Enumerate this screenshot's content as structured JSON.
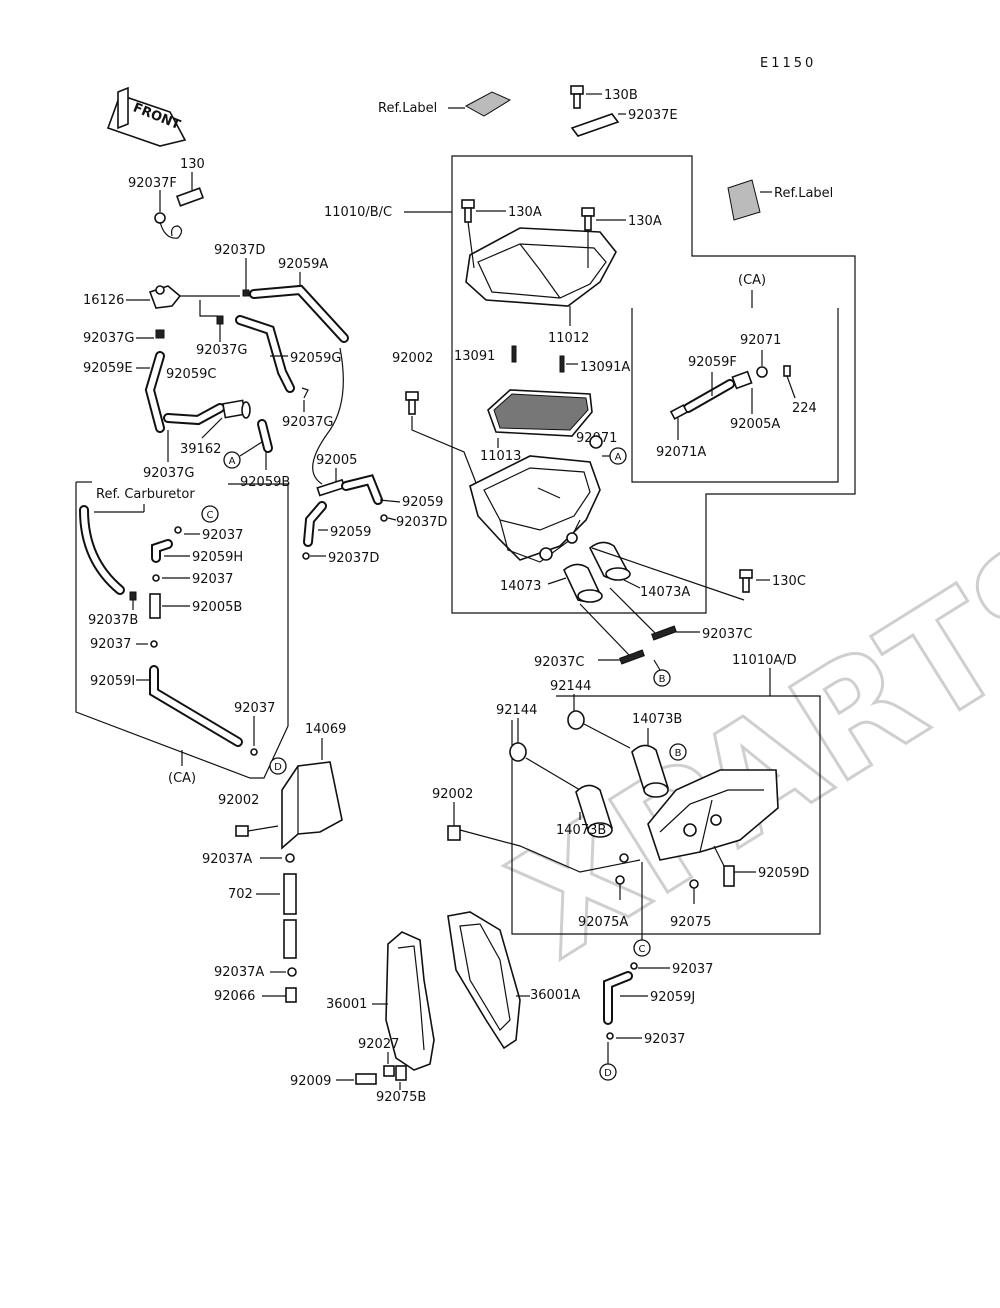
{
  "code": "E1150",
  "front_label": "FRONT",
  "watermark": "XPARTS",
  "labels": {
    "ref_label_1": "Ref.Label",
    "ref_label_2": "Ref.Label",
    "ref_carburetor": "Ref. Carburetor",
    "ca_1": "(CA)",
    "ca_2": "(CA)",
    "p130B": "130B",
    "p92037E": "92037E",
    "p130": "130",
    "p92037F": "92037F",
    "p11010BC": "11010/B/C",
    "p130A_1": "130A",
    "p130A_2": "130A",
    "p11012": "11012",
    "p92037D_1": "92037D",
    "p92059A": "92059A",
    "p16126": "16126",
    "p92037G_1": "92037G",
    "p92037G_2": "92037G",
    "p92059G": "92059G",
    "p92059E": "92059E",
    "p92059C": "92059C",
    "p92037G_3": "92037G",
    "p39162": "39162",
    "p92059B": "92059B",
    "p92037G_4": "92037G",
    "p92002_1": "92002",
    "p13091": "13091",
    "p13091A": "13091A",
    "p92071": "92071",
    "p92059F": "92059F",
    "p224": "224",
    "p92005A": "92005A",
    "p92071A": "92071A",
    "p11013": "11013",
    "p92071_2": "92071",
    "p92005": "92005",
    "p92059_1": "92059",
    "p92037D_2": "92037D",
    "p92059_2": "92059",
    "p92037D_3": "92037D",
    "p92037_1": "92037",
    "p92059H": "92059H",
    "p92037_2": "92037",
    "p92037B": "92037B",
    "p92005B": "92005B",
    "p92037_3": "92037",
    "p92059I": "92059I",
    "p92037_4": "92037",
    "p14073": "14073",
    "p14073A": "14073A",
    "p130C": "130C",
    "p92037C_1": "92037C",
    "p92037C_2": "92037C",
    "p11010AD": "11010A/D",
    "p92144_1": "92144",
    "p92144_2": "92144",
    "p14073B_1": "14073B",
    "p14073B_2": "14073B",
    "p14069": "14069",
    "p92002_2": "92002",
    "p92037A_1": "92037A",
    "p702": "702",
    "p92037A_2": "92037A",
    "p92066": "92066",
    "p92002_3": "92002",
    "p92059D": "92059D",
    "p92075A": "92075A",
    "p92075": "92075",
    "p92037_5": "92037",
    "p92059J": "92059J",
    "p92037_6": "92037",
    "p36001": "36001",
    "p36001A": "36001A",
    "p92027": "92027",
    "p92009": "92009",
    "p92075B": "92075B"
  },
  "markers": {
    "A": "A",
    "B": "B",
    "C": "C",
    "D": "D"
  }
}
